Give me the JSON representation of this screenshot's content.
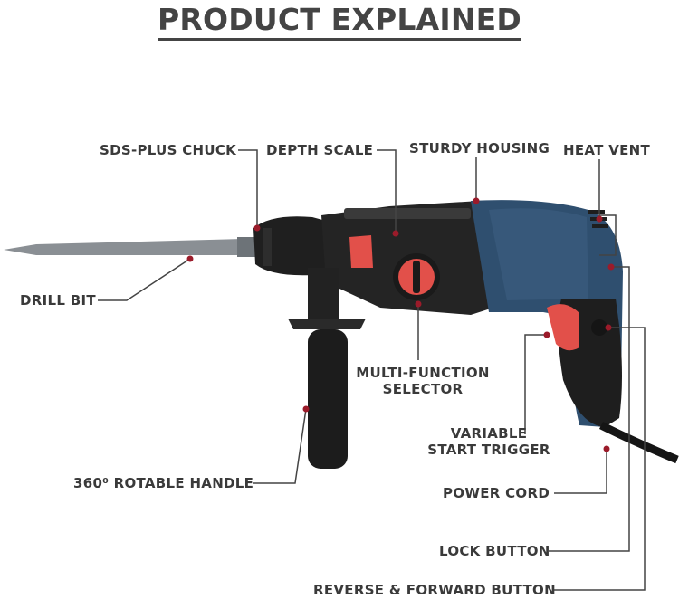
{
  "title": "PRODUCT EXPLAINED",
  "labels": {
    "sds_chuck": "SDS-PLUS CHUCK",
    "depth_scale": "DEPTH SCALE",
    "sturdy_housing": "STURDY HOUSING",
    "heat_vent": "HEAT VENT",
    "drill_bit": "DRILL BIT",
    "selector_line1": "MULTI-FUNCTION",
    "selector_line2": "SELECTOR",
    "trigger_line1": "VARIABLE",
    "trigger_line2": "START TRIGGER",
    "handle": "360⁰ ROTABLE HANDLE",
    "power_cord": "POWER CORD",
    "lock_button": "LOCK BUTTON",
    "reverse_forward": "REVERSE & FORWARD BUTTON"
  },
  "colors": {
    "text": "#3a3a3a",
    "leader": "#444444",
    "dot": "#9b1b2a",
    "body_blue": "#2f4f6f",
    "grip_black": "#1e1e1e",
    "accent_red": "#e2504a"
  }
}
